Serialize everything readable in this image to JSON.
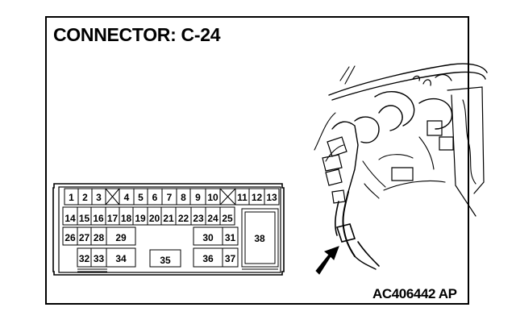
{
  "title": "CONNECTOR: C-24",
  "image_code": "AC406442 AP",
  "connector": {
    "row1": [
      "1",
      "2",
      "3",
      "4",
      "5",
      "6",
      "7",
      "8",
      "9",
      "10",
      "11",
      "12",
      "13"
    ],
    "row2": [
      "14",
      "15",
      "16",
      "17",
      "18",
      "19",
      "20",
      "21",
      "22",
      "23",
      "24",
      "25"
    ],
    "row3": [
      "26",
      "27",
      "28",
      "29",
      "30",
      "31"
    ],
    "row4": [
      "32",
      "33",
      "34",
      "35",
      "36",
      "37"
    ],
    "big_pin": "38",
    "blocked_positions": 2
  },
  "illustration": {
    "subject": "wiring-harness-dashboard",
    "pointer": "arrow-icon"
  }
}
